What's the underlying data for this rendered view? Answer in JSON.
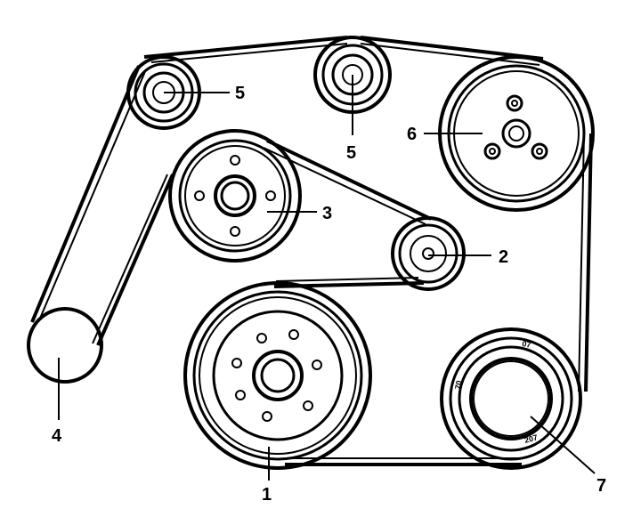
{
  "labels": {
    "crankshaft": "1",
    "idler": "2",
    "water_pump": "3",
    "fan_pulley": "4",
    "tensioner_left": "5",
    "tensioner_top": "5",
    "power_steering": "6",
    "alternator": "7"
  },
  "marks": {
    "mark_a": "07",
    "mark_b": "70",
    "mark_c": "207"
  }
}
